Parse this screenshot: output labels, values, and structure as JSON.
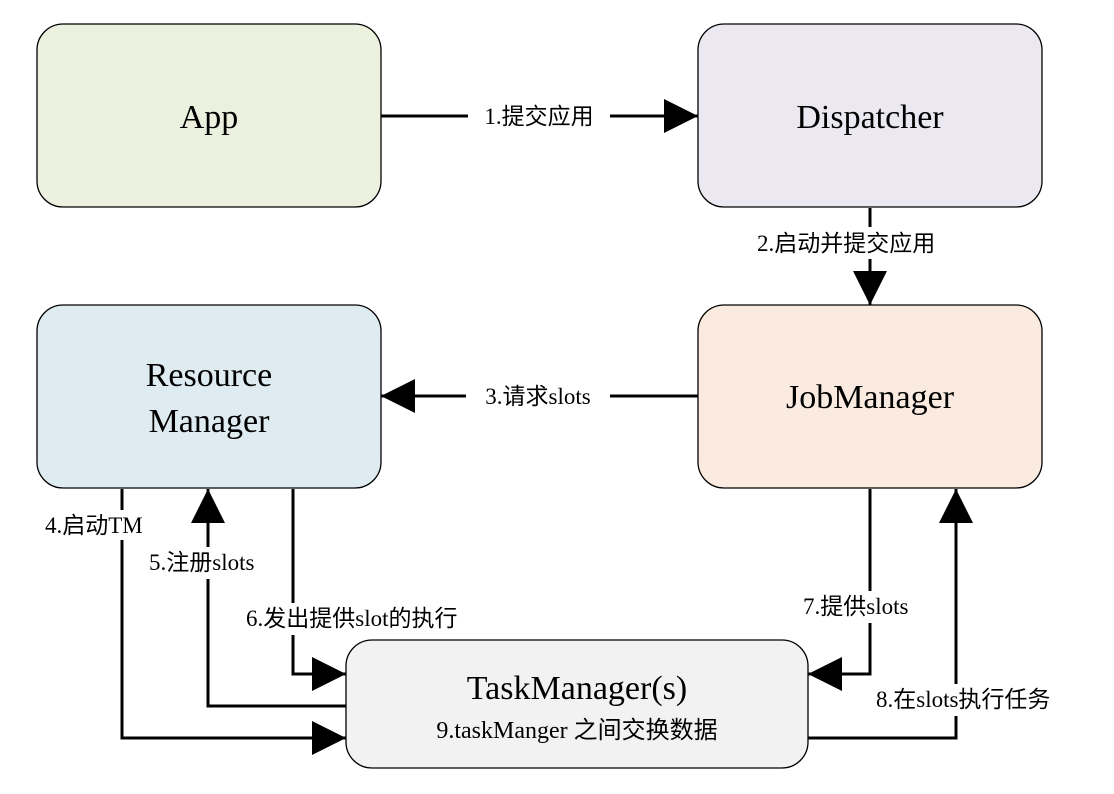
{
  "nodes": {
    "app": {
      "label": "App",
      "fill": "#ebf1de"
    },
    "dispatcher": {
      "label": "Dispatcher",
      "fill": "#ebe8f1"
    },
    "resource_manager": {
      "line1": "Resource",
      "line2": "Manager",
      "fill": "#deebf0"
    },
    "job_manager": {
      "label": "JobManager",
      "fill": "#faeadf"
    },
    "task_manager": {
      "label": "TaskManager(s)",
      "sublabel": "9.taskManger 之间交换数据",
      "fill": "#f2f2f2"
    }
  },
  "edges": {
    "e1": "1.提交应用",
    "e2": "2.启动并提交应用",
    "e3": "3.请求slots",
    "e4": "4.启动TM",
    "e5": "5.注册slots",
    "e6": "6.发出提供slot的执行",
    "e7": "7.提供slots",
    "e8": "8.在slots执行任务"
  }
}
